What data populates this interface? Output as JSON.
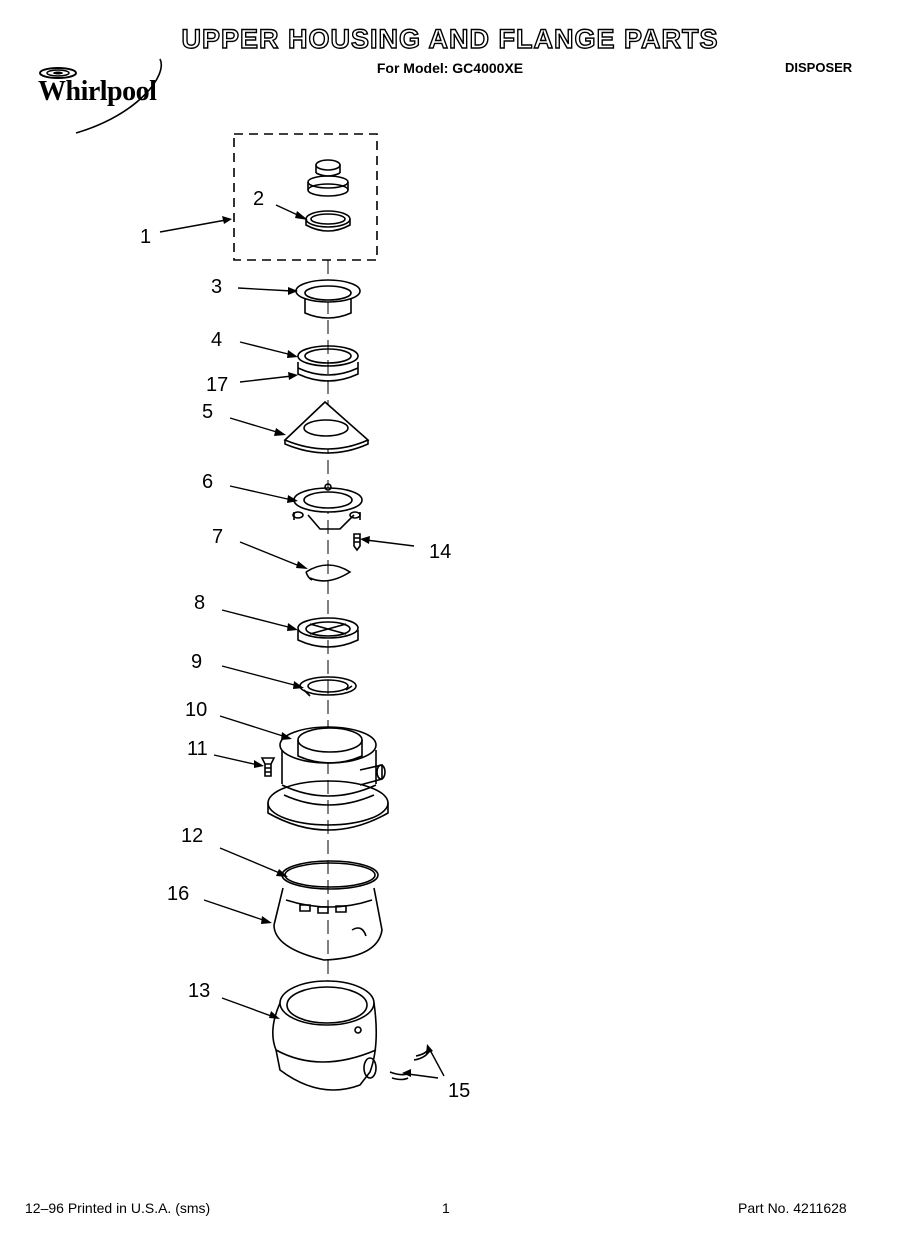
{
  "header": {
    "title": "UPPER HOUSING AND FLANGE PARTS",
    "subtitle": "For Model: GC4000XE",
    "category": "DISPOSER",
    "brand": "Whirlpool"
  },
  "callouts": [
    "1",
    "2",
    "3",
    "4",
    "17",
    "5",
    "6",
    "14",
    "7",
    "8",
    "9",
    "10",
    "11",
    "12",
    "16",
    "13",
    "15"
  ],
  "footer": {
    "print_info": "12–96 Printed in U.S.A. (sms)",
    "page_number": "1",
    "part_number": "Part No. 4211628"
  }
}
